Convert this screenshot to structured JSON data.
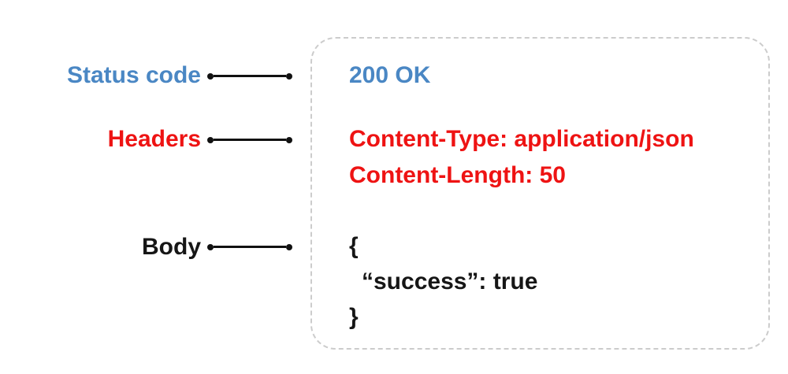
{
  "labels": {
    "status_code": "Status code",
    "headers": "Headers",
    "body": "Body"
  },
  "response": {
    "status_line": "200 OK",
    "headers": [
      "Content-Type: application/json",
      "Content-Length: 50"
    ],
    "body_lines": [
      "{",
      "“success”: true",
      "}"
    ]
  },
  "colors": {
    "status_blue": "#4a87c4",
    "headers_red": "#ee1313",
    "body_black": "#161616",
    "connector_black": "#111111",
    "box_border_gray": "#cccccc",
    "background": "#ffffff"
  }
}
